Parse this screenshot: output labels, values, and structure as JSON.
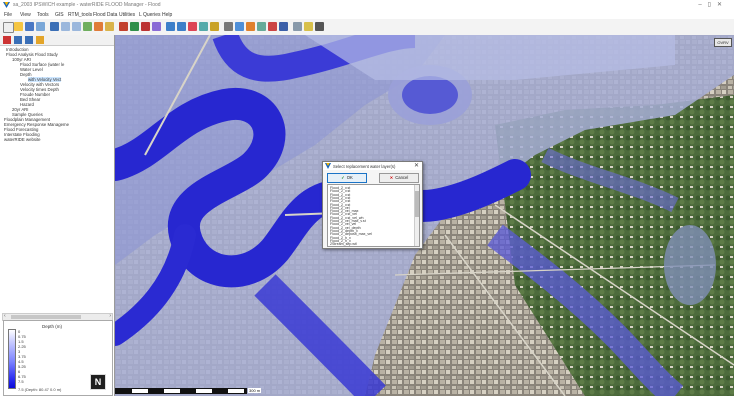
{
  "window": {
    "title": "sa_2003 IPSWICH example - waterRIDE FLOOD Manager - Flood"
  },
  "menu": [
    "File",
    "View",
    "Tools",
    "GIS",
    "RTM_tools",
    "Flood Data",
    "Utilities",
    "L Queries",
    "Help"
  ],
  "panel": {
    "tree": [
      {
        "label": "Introduction",
        "indent": 1
      },
      {
        "label": "Flood Analysis Flood Study",
        "indent": 1
      },
      {
        "label": "100yr ARI",
        "indent": 2
      },
      {
        "label": "Flood Surface (water le",
        "indent": 3
      },
      {
        "label": "Water Level",
        "indent": 3
      },
      {
        "label": "Depth",
        "indent": 3
      },
      {
        "label": "with Velocity Vect",
        "indent": 4,
        "selected": true
      },
      {
        "label": "Velocity with Vectors",
        "indent": 3
      },
      {
        "label": "Velocity times Depth",
        "indent": 3
      },
      {
        "label": "Froude Number",
        "indent": 3
      },
      {
        "label": "Bed Shear",
        "indent": 3
      },
      {
        "label": "Hazard",
        "indent": 3
      },
      {
        "label": "20yr ARI",
        "indent": 2
      },
      {
        "label": "Sample Queries",
        "indent": 2
      },
      {
        "label": "Floodplain Management",
        "indent": 1
      },
      {
        "label": "Emergency Response Manageme",
        "indent": 1
      },
      {
        "label": "Flood Forecasting",
        "indent": 1
      },
      {
        "label": "Interstate Flooding",
        "indent": 1
      },
      {
        "label": "waterRIDE website",
        "indent": 1
      }
    ],
    "legend": {
      "title": "Depth (m)",
      "labels": [
        "0",
        "0.75",
        "1.5",
        "2.25",
        "3",
        "3.75",
        "4.5",
        "5.25",
        "6",
        "6.75",
        "7.5"
      ],
      "footer": "7.5  (Depth: 80.47 0.0 m)"
    }
  },
  "map": {
    "overview_label": "OVRV",
    "north_label": "N",
    "scale_label": "300 m"
  },
  "dialog": {
    "title": "Select replacement water layer(s)",
    "ok_label": "OK",
    "cancel_label": "Cancel",
    "items": [
      "Flood_2_v.st",
      "Flood_2_v.st",
      "Flood_2_v.st",
      "Flood_2_v.st",
      "Flood_2_v.st",
      "Flood_2_v.st",
      "Flood_2_vel",
      "Flood_2_vel_max",
      "Flood_2_v.st_vel",
      "Flood_2_v.st_vel_wh",
      "Flood_2_vel_max_v.st",
      "Flood_2_vel_vel",
      "Flood_2_vel_depth",
      "Flood_2_depth_x",
      "Flood_2_deposit_max_vel",
      "Flood_2_h_x",
      "Flood_2_h_x",
      "2Stream_sep.wtl"
    ]
  },
  "colors": {
    "flood": "#1a1ac8",
    "accent": "#1a73c6"
  }
}
